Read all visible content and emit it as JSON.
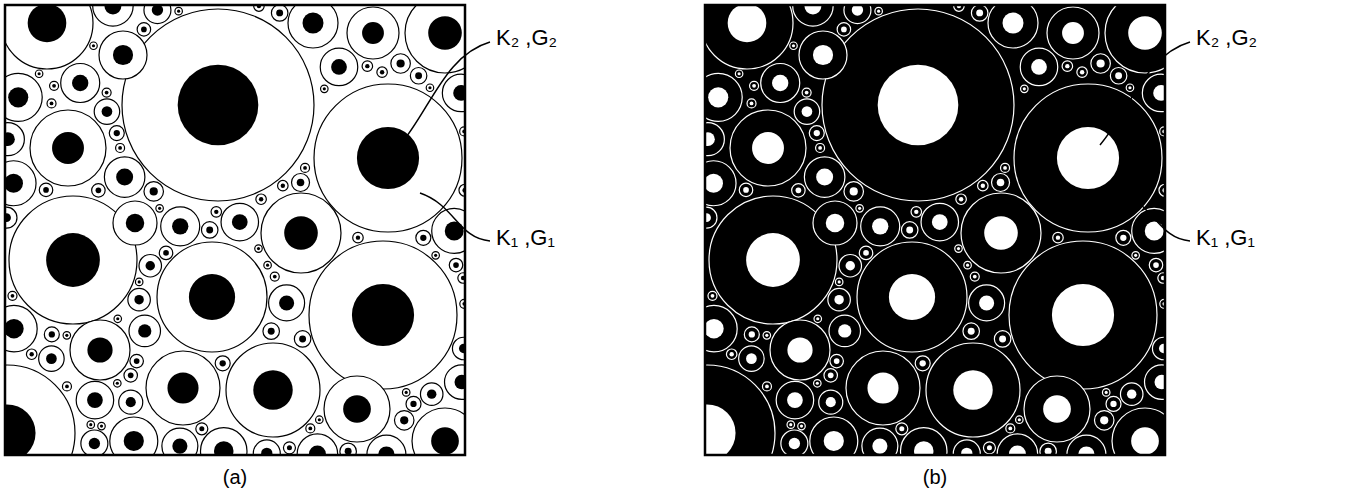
{
  "diagram": {
    "labels": [
      "K₂ ,G₂",
      "K₁ ,G₁",
      "(a)",
      "K₂ ,G₂",
      "K₁ ,G₁",
      "(b)"
    ]
  }
}
